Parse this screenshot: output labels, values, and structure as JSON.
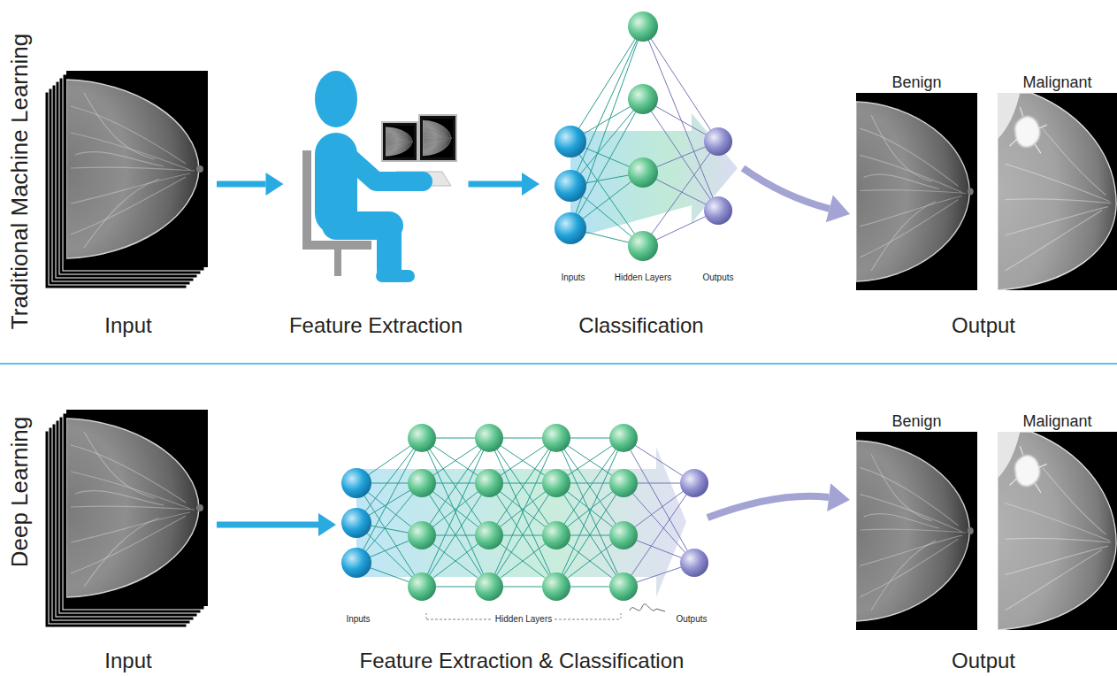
{
  "diagram": {
    "nodes": [
      {
        "text": [
          "Input"
        ]
      },
      {
        "text": [
          "Feature Extraction"
        ]
      },
      {
        "text": [
          "Classification"
        ]
      },
      {
        "text": [
          "Output"
        ]
      },
      {
        "text": [
          "Benign"
        ],
        "in": 3
      },
      {
        "text": [
          "Malignant"
        ],
        "in": 3
      },
      {
        "text": [
          "Input"
        ]
      },
      {
        "text": [
          "Feature Extraction & Classification"
        ]
      },
      {
        "text": [
          "Output"
        ]
      },
      {
        "text": [
          "Benign"
        ],
        "in": 8
      },
      {
        "text": [
          "Malignant"
        ],
        "in": 8
      }
    ],
    "edges": [
      {
        "from": 0,
        "to": 1,
        "arrow": "to"
      },
      {
        "from": 1,
        "to": 2,
        "arrow": "to"
      },
      {
        "from": 2,
        "to": 3,
        "arrow": "to"
      },
      {
        "from": 6,
        "to": 7,
        "arrow": "to"
      },
      {
        "from": 7,
        "to": 8,
        "arrow": "to"
      }
    ],
    "labels": [
      "Traditional Machine Learning",
      "Inputs",
      "Hidden Layers",
      "Outputs",
      "Deep Learning",
      "Inputs",
      "Hidden Layers",
      "Outputs"
    ]
  }
}
